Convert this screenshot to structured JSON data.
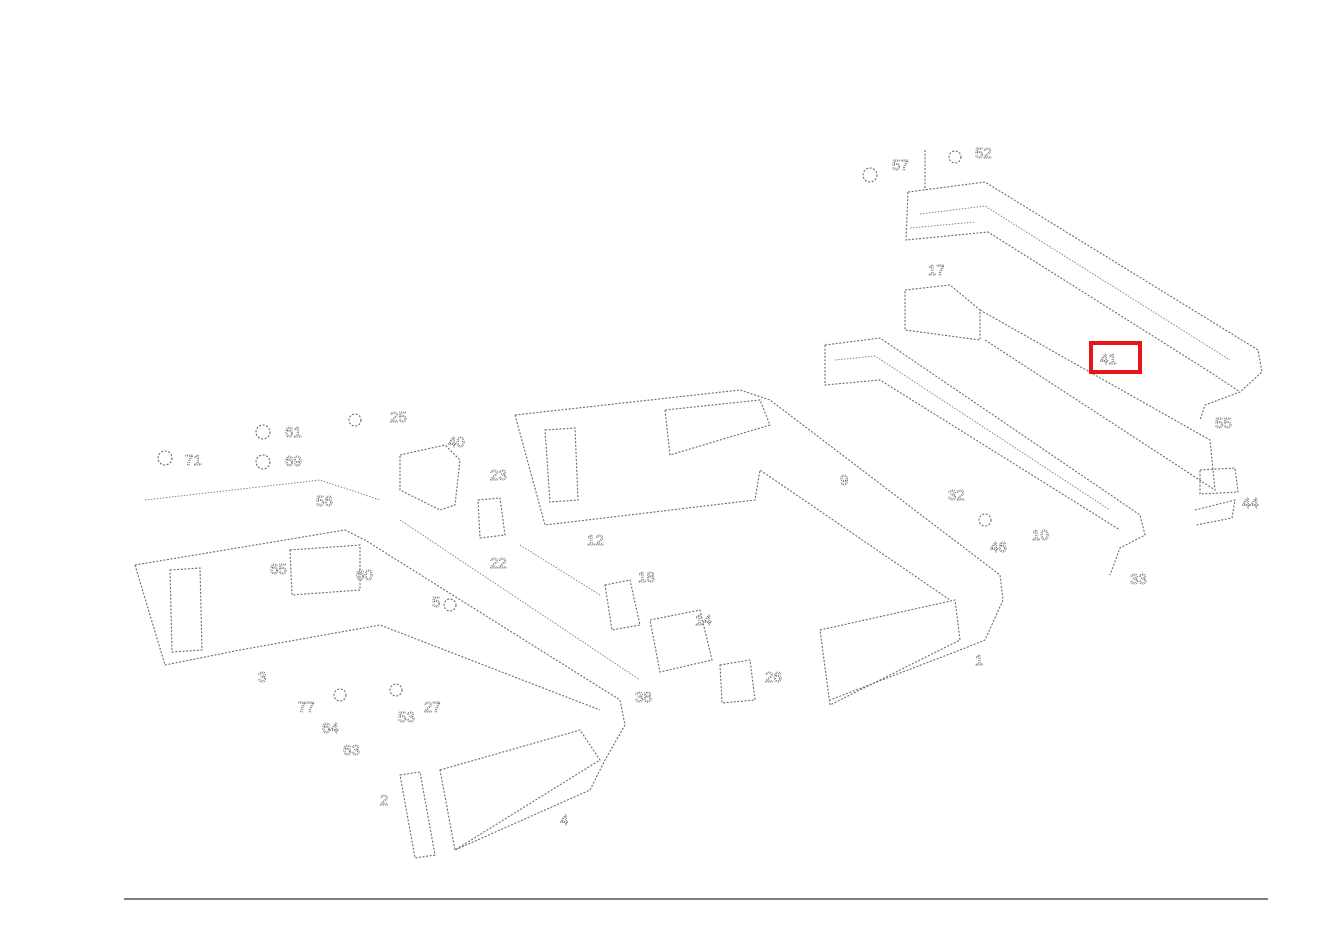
{
  "diagram": {
    "highlight_color": "#e8141c",
    "highlight_label": "41",
    "callouts": {
      "c52": "52",
      "c57": "57",
      "c17": "17",
      "c41": "41",
      "c55": "55",
      "c44": "44",
      "c33": "33",
      "c32": "32",
      "c46": "46",
      "c10": "10",
      "c9": "9",
      "c1": "1",
      "c25": "25",
      "c26": "26",
      "c40": "40",
      "c23": "23",
      "c22": "22",
      "c12": "12",
      "c14": "14",
      "c71": "71",
      "c61": "61",
      "c69": "69",
      "c56": "56",
      "c65": "65",
      "c63": "63",
      "c77": "77",
      "c64": "64",
      "c53": "53",
      "c3": "3",
      "c27": "27",
      "c38": "38",
      "c60": "60",
      "c5": "5",
      "c2": "2",
      "c4": "4",
      "c18": "18"
    }
  }
}
